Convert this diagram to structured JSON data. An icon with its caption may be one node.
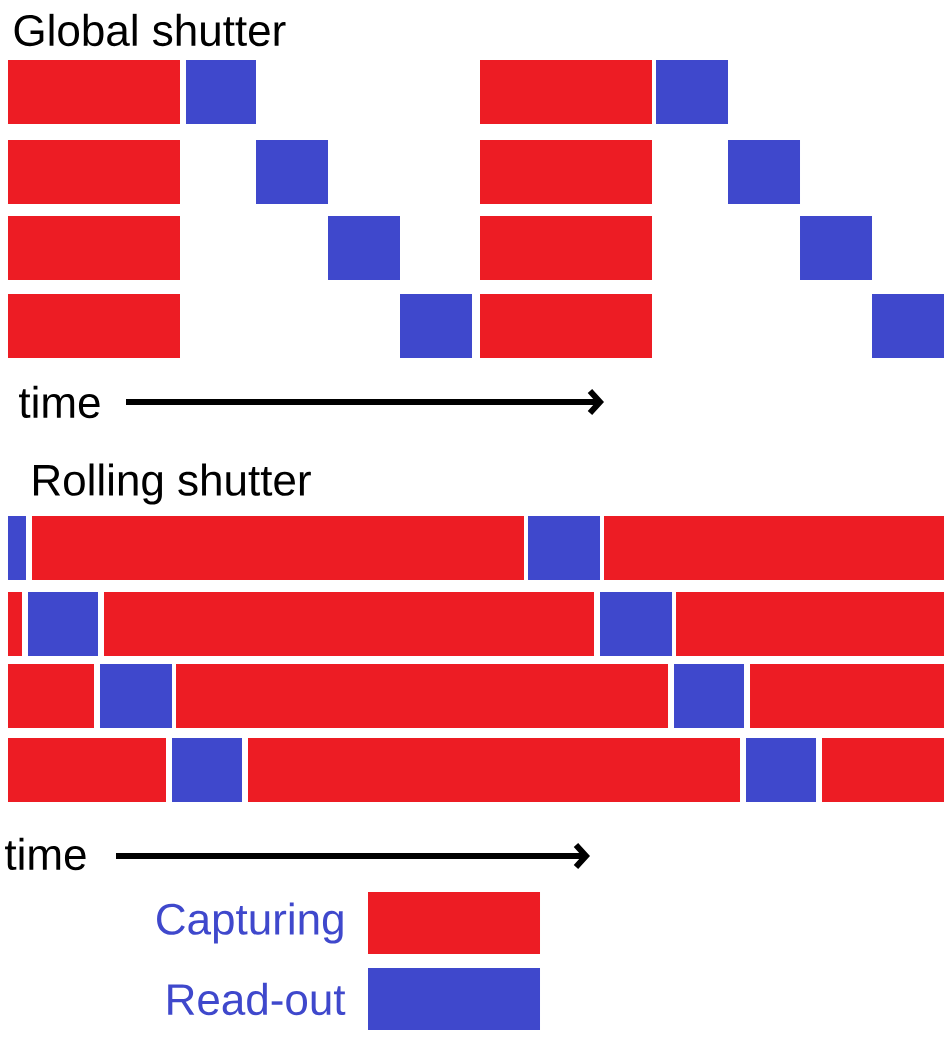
{
  "diagram": {
    "labels": [
      "Global shutter",
      "time",
      "Rolling shutter",
      "time"
    ],
    "legend": [
      {
        "text": "Capturing",
        "color": "#ed1c24"
      },
      {
        "text": "Read-out",
        "color": "#3f48cc"
      }
    ]
  }
}
